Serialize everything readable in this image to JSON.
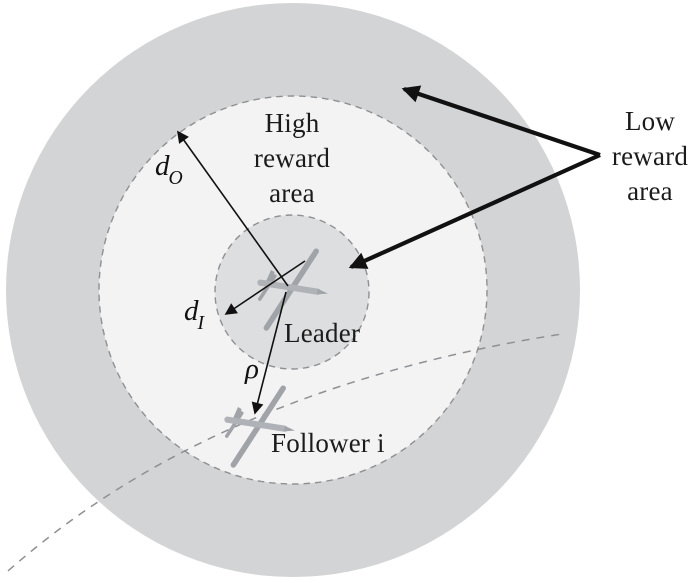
{
  "figure": {
    "colors": {
      "background": "#ffffff",
      "outer_area_fill": "#d3d4d6",
      "high_area_fill": "#f3f3f4",
      "inner_area_fill": "#dddee0",
      "dash_line": "#8f9092",
      "arrow_black": "#111111",
      "aircraft_body": "#a0a3a7",
      "aircraft_fuselage": "#afb2b6"
    },
    "labels": {
      "high_reward": "High\nreward\narea",
      "low_reward": "Low\nreward\narea",
      "leader": "Leader",
      "follower": "Follower i",
      "d_outer": {
        "base": "d",
        "sub": "O"
      },
      "d_inner": {
        "base": "d",
        "sub": "I"
      },
      "rho": "ρ"
    }
  }
}
